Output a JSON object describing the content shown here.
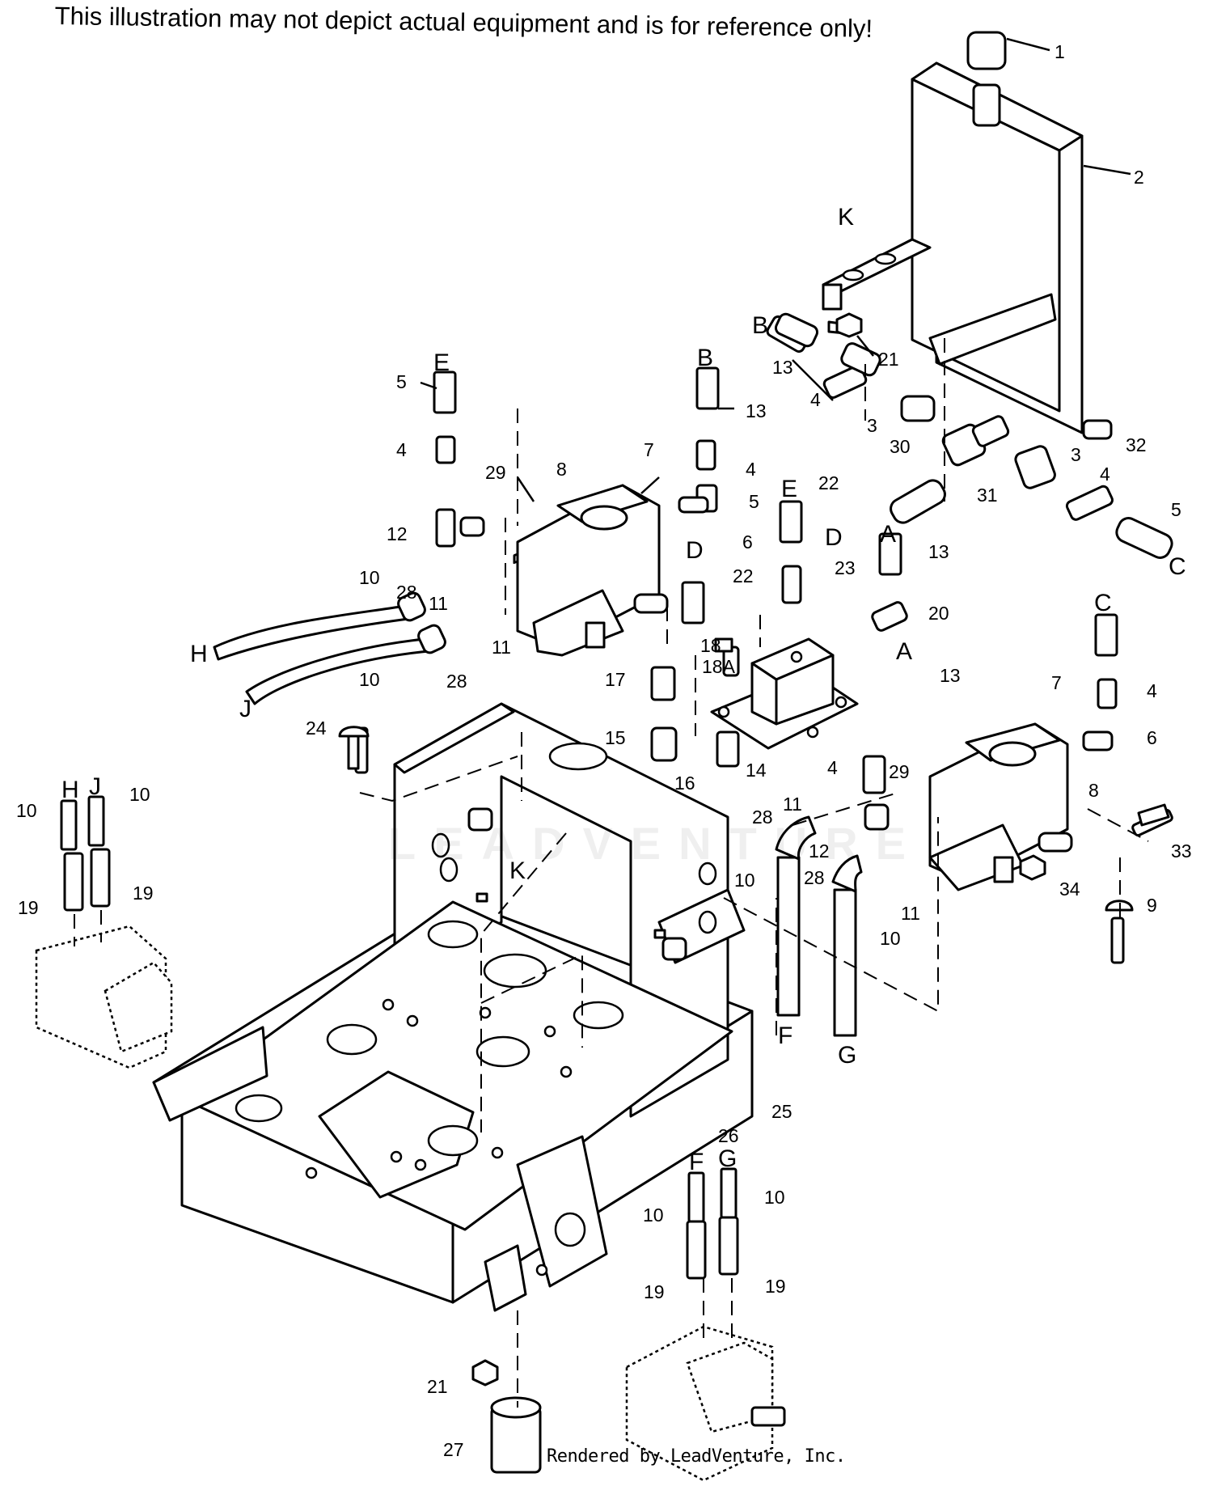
{
  "disclaimer": "This illustration may not depict actual equipment and is for reference only!",
  "footer": "Rendered by LeadVenture, Inc.",
  "watermark": "LEADVENTURE",
  "callouts": {
    "c1": "1",
    "c2": "2",
    "c3a": "3",
    "c3b": "3",
    "c4a": "4",
    "c4b": "4",
    "c4c": "4",
    "c4d": "4",
    "c4e": "4",
    "c4f": "4",
    "c5a": "5",
    "c5b": "5",
    "c5c": "5",
    "c6a": "6",
    "c6b": "6",
    "c7a": "7",
    "c7b": "7",
    "c8a": "8",
    "c8b": "8",
    "c9": "9",
    "c10a": "10",
    "c10b": "10",
    "c10c": "10",
    "c10d": "10",
    "c10e": "10",
    "c10f": "10",
    "c10g": "10",
    "c10h": "10",
    "c11a": "11",
    "c11b": "11",
    "c11c": "11",
    "c11d": "11",
    "c12a": "12",
    "c12b": "12",
    "c13a": "13",
    "c13b": "13",
    "c13c": "13",
    "c13d": "13",
    "c14": "14",
    "c15": "15",
    "c16": "16",
    "c17": "17",
    "c18": "18",
    "c18a": "18A",
    "c19a": "19",
    "c19b": "19",
    "c19c": "19",
    "c19d": "19",
    "c20": "20",
    "c21a": "21",
    "c21b": "21",
    "c22a": "22",
    "c22b": "22",
    "c23": "23",
    "c24": "24",
    "c25": "25",
    "c26": "26",
    "c27": "27",
    "c28a": "28",
    "c28b": "28",
    "c28c": "28",
    "c28d": "28",
    "c29a": "29",
    "c29b": "29",
    "c30": "30",
    "c31": "31",
    "c32": "32",
    "c33": "33",
    "c34": "34"
  },
  "connections": {
    "k1": "K",
    "k2": "K",
    "b1": "B",
    "b2": "B",
    "e1": "E",
    "e2": "E",
    "d1": "D",
    "d2": "D",
    "a1": "A",
    "a2": "A",
    "c1": "C",
    "c2": "C",
    "h1": "H",
    "h2": "H",
    "j1": "J",
    "j2": "J",
    "f1": "F",
    "f2": "F",
    "g1": "G",
    "g2": "G"
  }
}
